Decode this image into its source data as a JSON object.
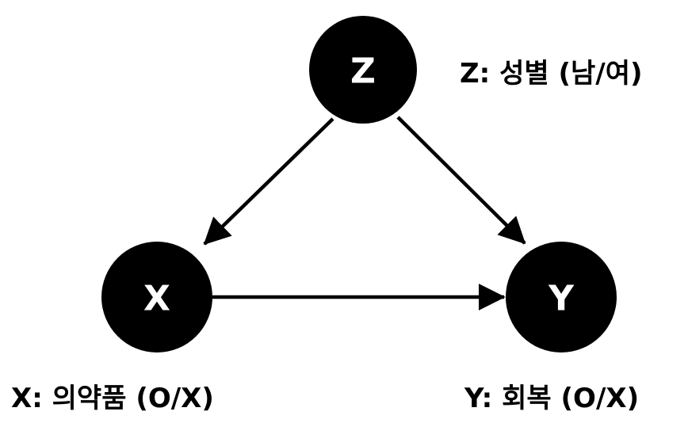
{
  "nodes": {
    "z": {
      "label": "Z",
      "description": "Z: 성별 (남/여)"
    },
    "x": {
      "label": "X",
      "description": "X: 의약품 (O/X)"
    },
    "y": {
      "label": "Y",
      "description": "Y: 회복 (O/X)"
    }
  },
  "edges": [
    {
      "from": "z",
      "to": "x"
    },
    {
      "from": "z",
      "to": "y"
    },
    {
      "from": "x",
      "to": "y"
    }
  ],
  "colors": {
    "node_fill": "#000000",
    "node_text": "#ffffff",
    "edge": "#000000",
    "background": "#ffffff"
  }
}
